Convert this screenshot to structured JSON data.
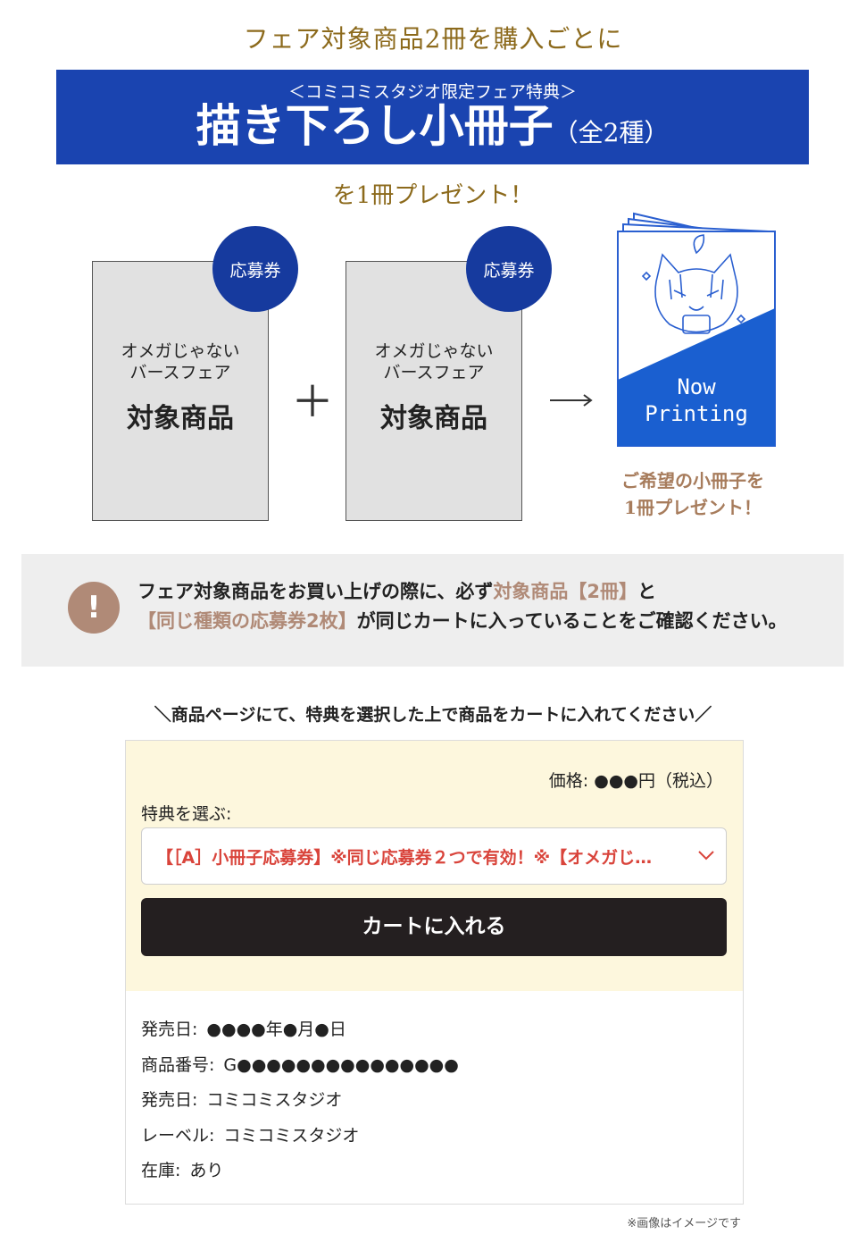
{
  "colors": {
    "gold": "#8c6a1c",
    "banner_blue": "#1a44b0",
    "ticket_blue": "#163a9e",
    "brown_accent": "#b08a77",
    "select_red": "#d9443b",
    "cart_button": "#241f20",
    "product_bg": "#fdf7dd"
  },
  "header": {
    "headline": "フェア対象商品2冊を購入ごとに",
    "banner_sub": "＜コミコミスタジオ限定フェア特典＞",
    "banner_title": "描き下ろし小冊子",
    "banner_title_suffix": "（全2種）",
    "subline": "を1冊プレゼント！"
  },
  "diagram": {
    "card_line1": "オメガじゃない",
    "card_line2": "バースフェア",
    "card_title": "対象商品",
    "ticket_label": "応募券",
    "plus": "＋",
    "booklet_text_line1": "Now",
    "booklet_text_line2": "Printing",
    "caption_line1": "ご希望の小冊子を",
    "caption_line2": "1冊プレゼント！",
    "arrow_icon": "right-arrow-icon"
  },
  "notice": {
    "icon": "!",
    "line1_pre": "フェア対象商品をお買い上げの際に、必ず",
    "line1_hl": "対象商品【2冊】",
    "line1_post": "と",
    "line2_hl": "【同じ種類の応募券2枚】",
    "line2_post": "が同じカートに入っていることをご確認ください。"
  },
  "instruction": "＼商品ページにて、特典を選択した上で商品をカートに入れてください／",
  "product": {
    "price_label": "価格:",
    "price_value": "●●●円（税込）",
    "choose_label": "特典を選ぶ:",
    "selected_option": "【［A］小冊子応募券】※同じ応募券２つで有効！※【オメガじ…",
    "cart_button": "カートに入れる",
    "details": [
      {
        "label": "発売日:",
        "value": "●●●●年●月●日"
      },
      {
        "label": "商品番号:",
        "value": "G●●●●●●●●●●●●●●●"
      },
      {
        "label": "発売日:",
        "value": "コミコミスタジオ"
      },
      {
        "label": "レーベル:",
        "value": "コミコミスタジオ"
      },
      {
        "label": "在庫:",
        "value": "あり"
      }
    ]
  },
  "footnote": "※画像はイメージです"
}
